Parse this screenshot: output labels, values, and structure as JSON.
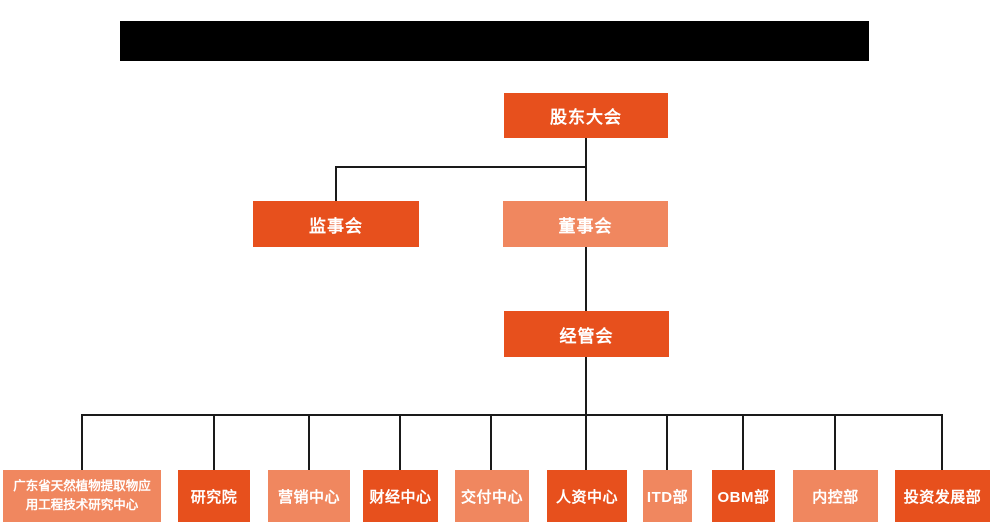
{
  "colors": {
    "node_dark": "#E7501D",
    "node_light": "#F0875F",
    "connector_line": "#1a1a1a",
    "redacted_bar": "#000000",
    "node_text": "#ffffff",
    "background": "#ffffff"
  },
  "org": {
    "root": {
      "label": "股东大会",
      "variant": "dark"
    },
    "level2": [
      {
        "label": "监事会",
        "variant": "dark"
      },
      {
        "label": "董事会",
        "variant": "light"
      }
    ],
    "level3": {
      "label": "经管会",
      "variant": "dark"
    },
    "departments": [
      {
        "label": "广东省天然植物提取物应用工程技术研究中心",
        "lines": [
          "广东省天然植物提取物应",
          "用工程技术研究中心"
        ],
        "variant": "light"
      },
      {
        "label": "研究院",
        "variant": "dark"
      },
      {
        "label": "营销中心",
        "variant": "light"
      },
      {
        "label": "财经中心",
        "variant": "dark"
      },
      {
        "label": "交付中心",
        "variant": "light"
      },
      {
        "label": "人资中心",
        "variant": "dark"
      },
      {
        "label": "ITD部",
        "variant": "light"
      },
      {
        "label": "OBM部",
        "variant": "dark"
      },
      {
        "label": "内控部",
        "variant": "light"
      },
      {
        "label": "投资发展部",
        "variant": "dark"
      }
    ]
  }
}
